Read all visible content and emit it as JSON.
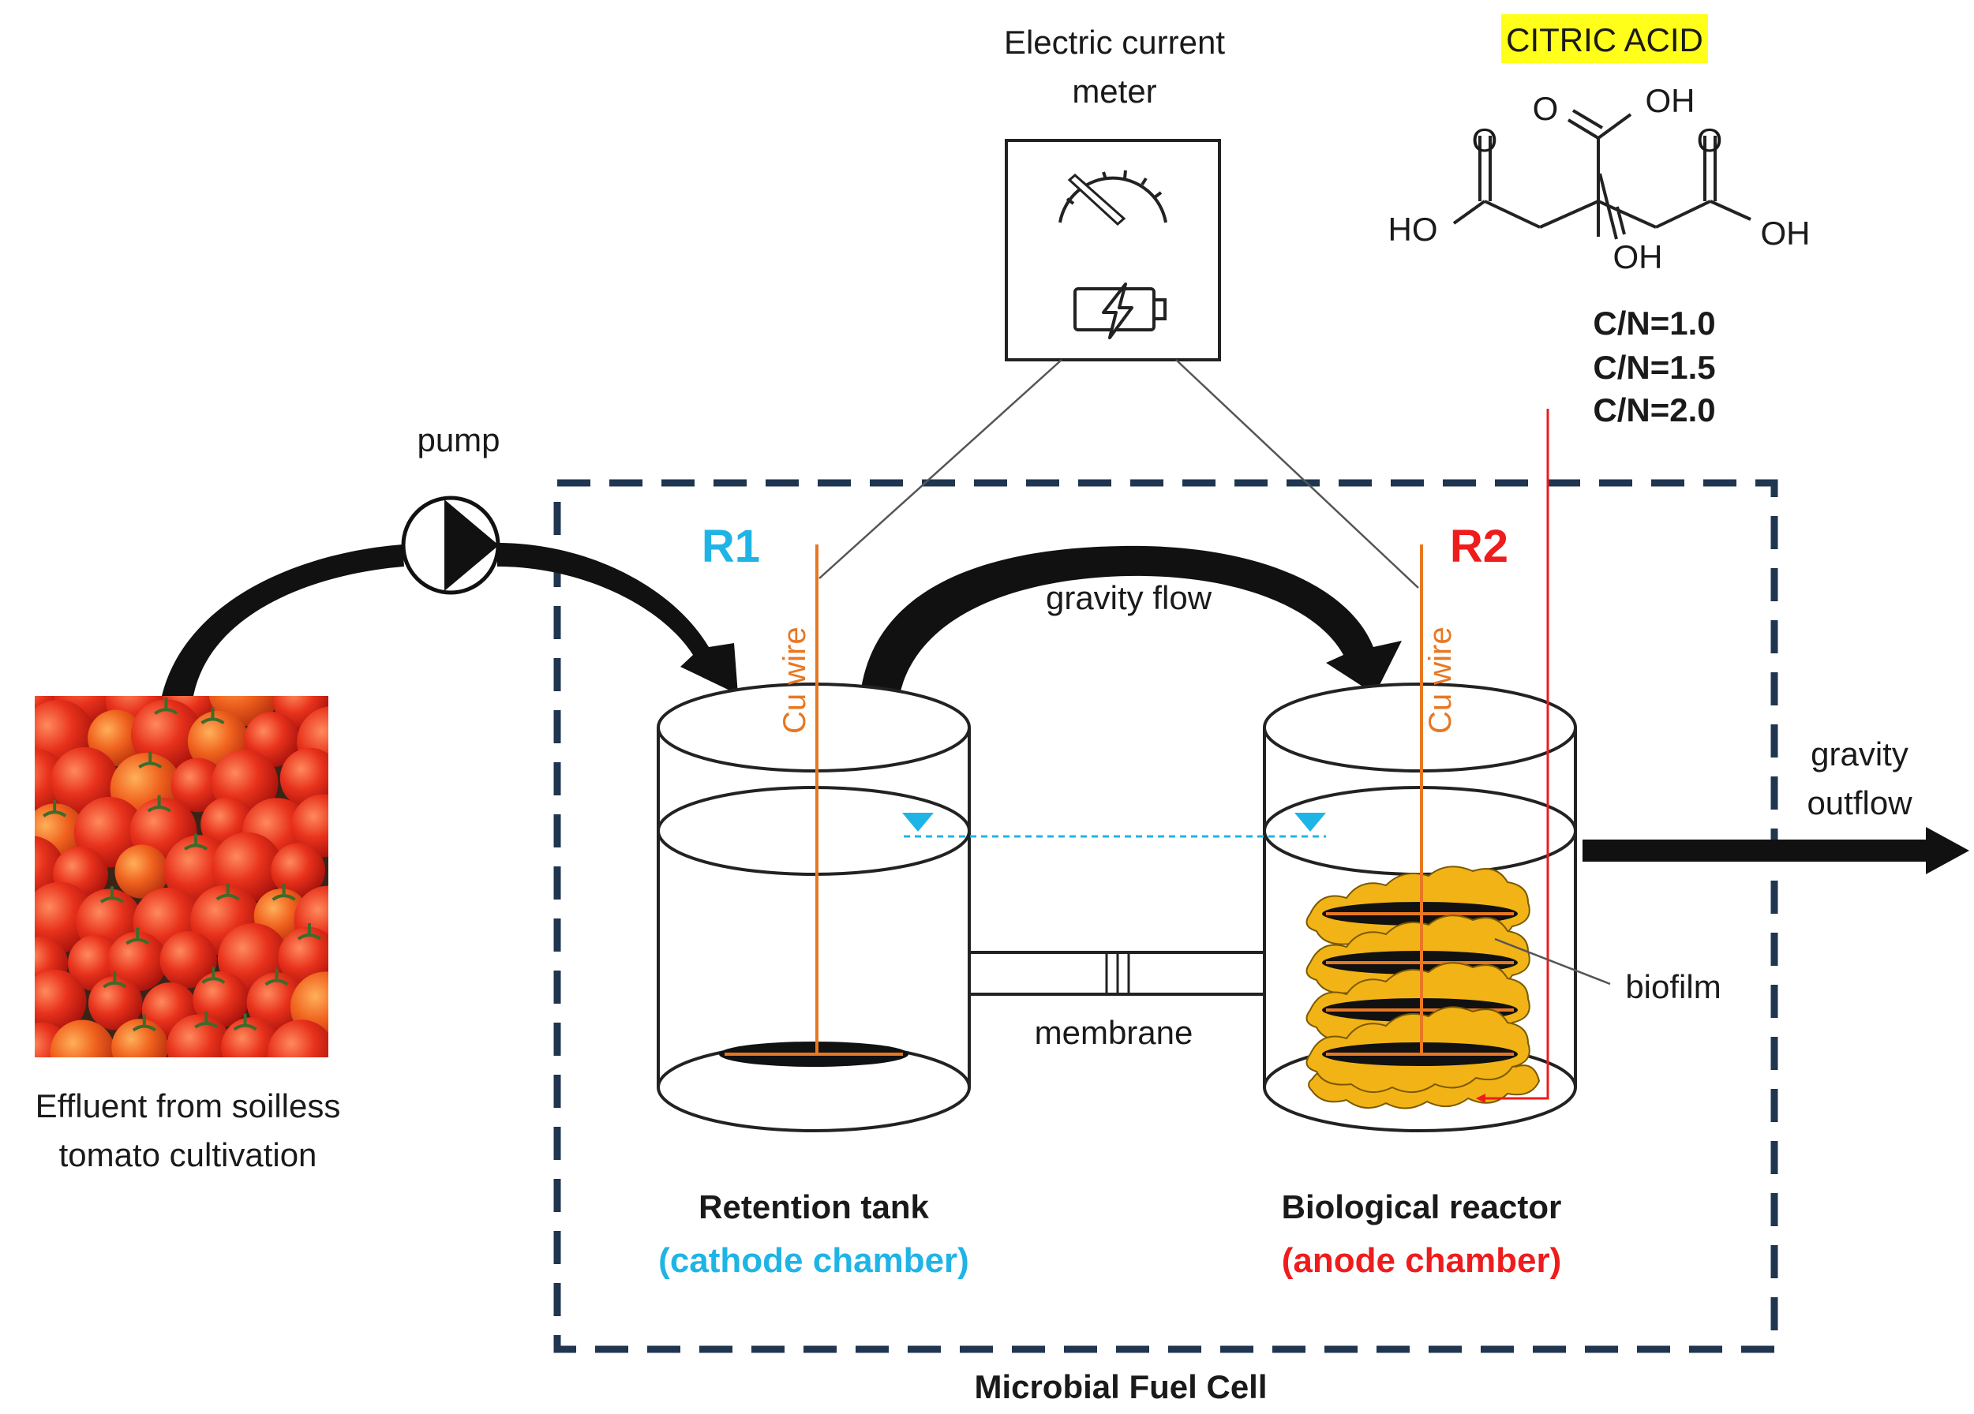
{
  "labels": {
    "meter_line1": "Electric current",
    "meter_line2": "meter",
    "citric_acid": "CITRIC ACID",
    "cn1": "C/N=1.0",
    "cn2": "C/N=1.5",
    "cn3": "C/N=2.0",
    "pump": "pump",
    "r1": "R1",
    "r2": "R2",
    "gravity_flow": "gravity flow",
    "cu_wire_left": "Cu wire",
    "cu_wire_right": "Cu wire",
    "gravity_outflow_line1": "gravity",
    "gravity_outflow_line2": "outflow",
    "biofilm": "biofilm",
    "membrane": "membrane",
    "effluent_line1": "Effluent from soilless",
    "effluent_line2": "tomato cultivation",
    "retention_tank": "Retention tank",
    "cathode_chamber": "(cathode chamber)",
    "biological_reactor": "Biological reactor",
    "anode_chamber": "(anode chamber)",
    "mfc": "Microbial Fuel Cell"
  },
  "molecule": {
    "o_top": "O",
    "oh_top": "OH",
    "o_left": "O",
    "o_right": "O",
    "ho_left": "HO",
    "oh_right": "OH",
    "oh_center": "OH"
  },
  "colors": {
    "dashed_border": "#1f3550",
    "r1": "#1fb4e6",
    "r2": "#ee1c1c",
    "cu_wire": "#e87722",
    "highlight": "#ffff1a",
    "biofilm": "#f2b316",
    "water_level": "#1fb4e6",
    "feed_line": "#ee1c1c"
  },
  "icons": {
    "meter": "gauge-icon",
    "battery": "battery-charging-icon",
    "pump": "pump-icon",
    "photo": "tomatoes-photo"
  }
}
